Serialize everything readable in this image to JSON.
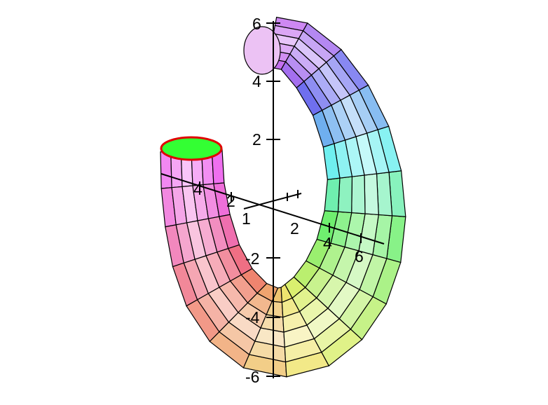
{
  "plot": {
    "type": "3d-surface",
    "surface": "partial torus tube (open ring)",
    "vertical_axis": {
      "ticks": [
        "6",
        "4",
        "2",
        "-2",
        "-4",
        "-6"
      ]
    },
    "depth_axis": {
      "ticks": [
        "4",
        "2",
        "1"
      ]
    },
    "horizontal_axis": {
      "ticks": [
        "2",
        "4",
        "6"
      ]
    },
    "colors": {
      "cap_fill": "#33ff33",
      "cap_outline": "#e00000",
      "mesh_lines": "#000000",
      "axis_lines": "#000000",
      "background": "#ffffff"
    }
  }
}
